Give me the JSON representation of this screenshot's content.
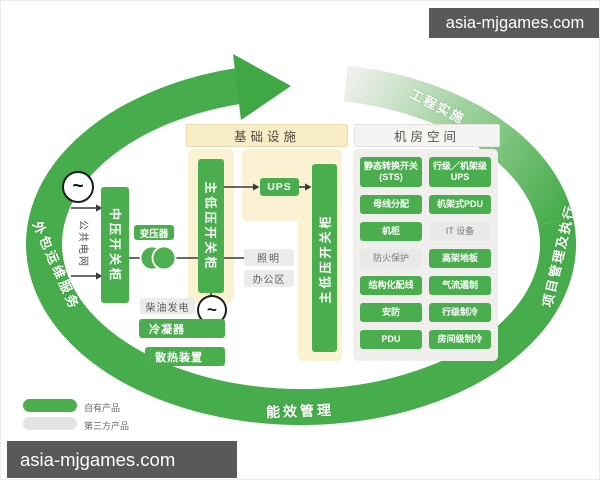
{
  "watermarks": {
    "top": "asia-mjgames.com",
    "bottom": "asia-mjgames.com"
  },
  "colors": {
    "ring_green": "#47ac4b",
    "box_green": "#4bae4e",
    "cream_panel": "#faf2d2",
    "gray_panel": "#f0efed",
    "light_gray_box": "#ebebe9",
    "line": "#3a3a3a",
    "watermark_bg": "#59595b"
  },
  "ring": {
    "top_label": "工程实施",
    "right_label": "项目管理及执行",
    "bottom_label": "能效管理",
    "left_label": "外包运维服务"
  },
  "headers": {
    "infrastructure": "基础设施",
    "room_space": "机房空间"
  },
  "power_chain": {
    "source_symbol": "~",
    "grid_label": "公共电网",
    "mv_switchgear": "中压开关柜",
    "transformer_label": "变压器",
    "main_lv_switchgear_left": "主低压开关柜",
    "ups_label": "UPS",
    "main_lv_switchgear_right": "主低压开关柜",
    "lighting": "照明",
    "office": "办公区",
    "diesel": "柴油发电",
    "generator_symbol": "~",
    "condenser": "冷凝器",
    "heat_rejection": "散热装置"
  },
  "room": {
    "cells": [
      {
        "label": "静态转换开关\n(STS)",
        "type": "green"
      },
      {
        "label": "行级／机架级\nUPS",
        "type": "green"
      },
      {
        "label": "母线分配",
        "type": "green"
      },
      {
        "label": "机架式PDU",
        "type": "green"
      },
      {
        "label": "机柜",
        "type": "green"
      },
      {
        "label": "IT 设备",
        "type": "gray"
      },
      {
        "label": "防火保护",
        "type": "gray"
      },
      {
        "label": "高架地板",
        "type": "green"
      },
      {
        "label": "结构化配线",
        "type": "green"
      },
      {
        "label": "气流遏制",
        "type": "green"
      },
      {
        "label": "安防",
        "type": "green"
      },
      {
        "label": "行级制冷",
        "type": "green"
      },
      {
        "label": "PDU",
        "type": "green"
      },
      {
        "label": "房间级制冷",
        "type": "green"
      }
    ]
  },
  "legend": {
    "own": "自有产品",
    "third_party": "第三方产品"
  }
}
